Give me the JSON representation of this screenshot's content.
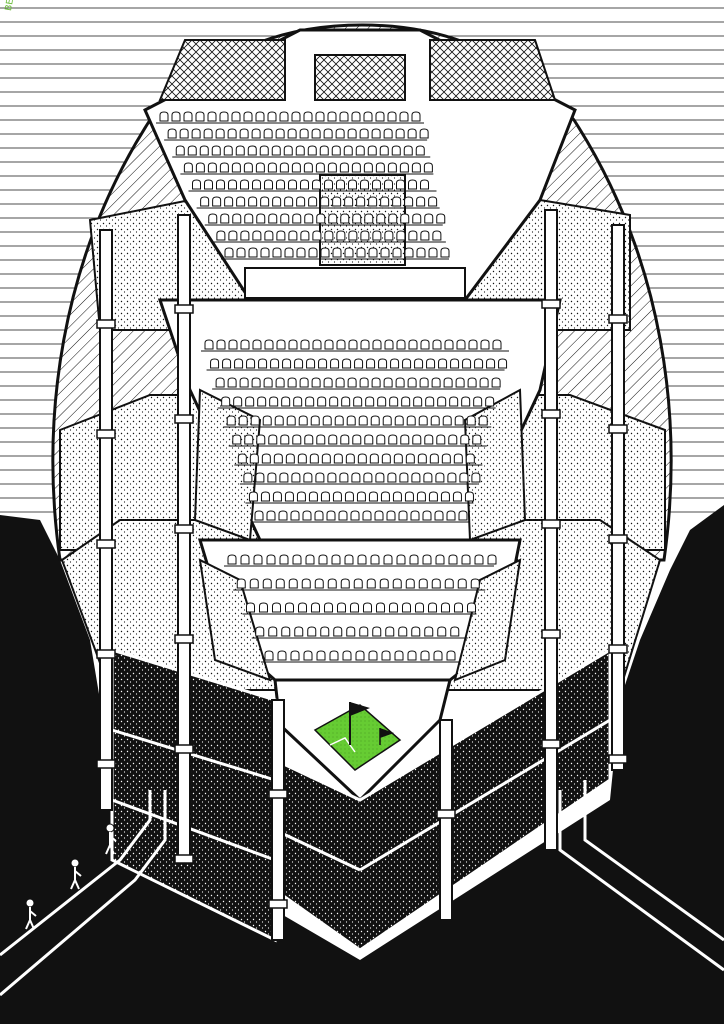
{
  "title": "",
  "signature_text": "BEL",
  "colors": {
    "ink": "#111111",
    "paper": "#ffffff",
    "field": "#66cc33",
    "signature": "#66bb33"
  },
  "icons": [
    "flag-icon",
    "person-icon"
  ],
  "sections": {
    "upper_tier_rows": 9,
    "middle_tier_rows": 10,
    "lower_tier_rows": 5,
    "underground_levels": 3
  }
}
